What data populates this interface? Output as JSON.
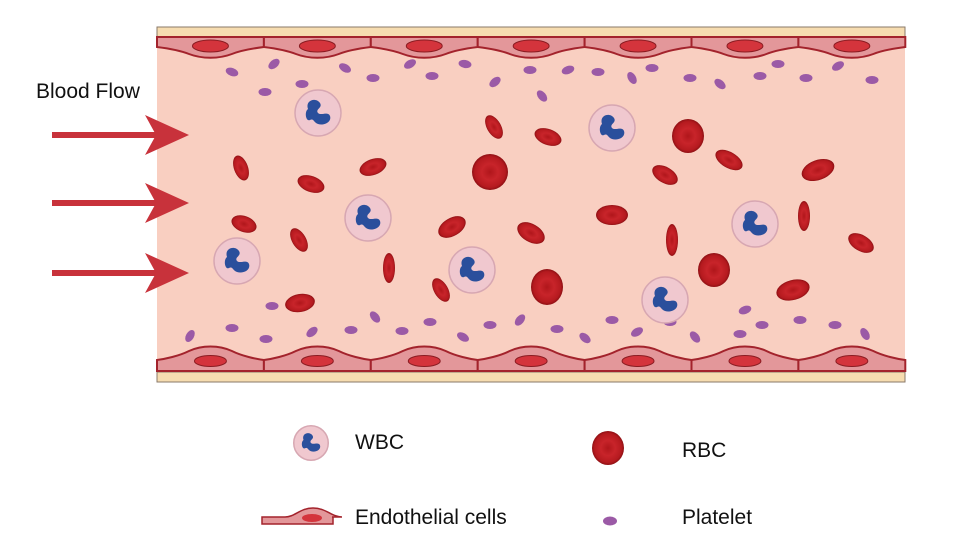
{
  "title_label": "Blood Flow",
  "legend": {
    "wbc": "WBC",
    "rbc": "RBC",
    "endothelial": "Endothelial cells",
    "platelet": "Platelet"
  },
  "colors": {
    "lumen": "#f9cfc1",
    "wall_band": "#f6dcb0",
    "endothelial_fill": "#e3979a",
    "endothelial_outline": "#a3232c",
    "nucleus": "#d4343c",
    "rbc": "#c01a1f",
    "wbc_body": "#f0c8cf",
    "wbc_nucleus": "#2a4f9c",
    "platelet": "#9b5aa6",
    "arrow": "#c8323b"
  }
}
